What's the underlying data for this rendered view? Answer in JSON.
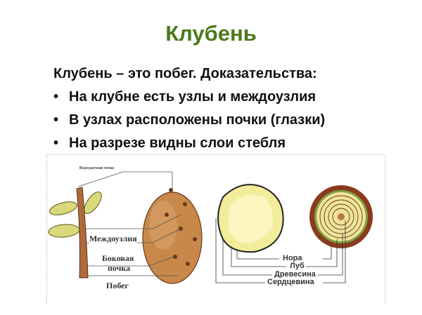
{
  "slide": {
    "title": "Клубень",
    "intro": "Клубень – это побег. Доказательства:",
    "bullet_glyph": "•",
    "bullets": [
      "На клубне есть узлы и междоузлия",
      "В узлах расположены почки (глазки)",
      "На разрезе видны слои стебля"
    ]
  },
  "figure": {
    "shoot_labels": {
      "apical_bud": "Верхушечная почка",
      "internodes": "Междоузлия",
      "lateral_bud_1": "Боковая",
      "lateral_bud_2": "почка",
      "shoot": "Побег"
    },
    "section_labels": {
      "bark": "Нора",
      "bast": "Луб",
      "wood": "Древесина",
      "pith": "Сердцевина"
    },
    "colors": {
      "title": "#4a7a1a",
      "potato": "#c8884a",
      "stem": "#b06a3a",
      "leaf": "#d9d87a",
      "tuber_section": "#f3ec9a",
      "wood_ring": "#8a3a1e"
    }
  }
}
